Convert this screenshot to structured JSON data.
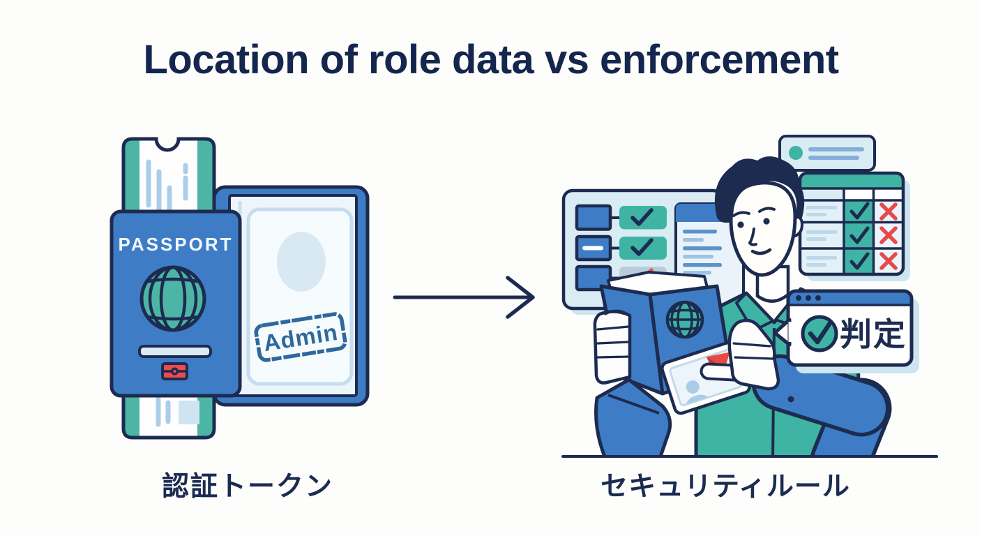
{
  "title": "Location of role data vs enforcement",
  "auth_token": {
    "label": "認証トークン",
    "passport_text": "PASSPORT",
    "stamp_text": "Admin"
  },
  "security_rules": {
    "label": "セキュリティルール",
    "verdict_text": "判定"
  },
  "icons": {
    "globe": "globe-icon",
    "check": "check-icon",
    "cross": "x-icon",
    "arrow_right": "arrow-right-icon",
    "chip": "chip-icon",
    "boarding_pass": "boarding-pass-icon",
    "verdict_check": "verdict-check-icon",
    "photo_placeholder": "photo-placeholder",
    "id_card": "id-card-icon"
  },
  "colors": {
    "outline_navy": "#1d2b50",
    "title_navy": "#14264d",
    "primary_blue": "#3e7dc6",
    "teal": "#3fb3a4",
    "panel_light_blue": "#d9ecf3",
    "accent_red": "#e64a4a",
    "stamp_blue": "#2e689c",
    "shadow_blue": "#cde5f0"
  }
}
